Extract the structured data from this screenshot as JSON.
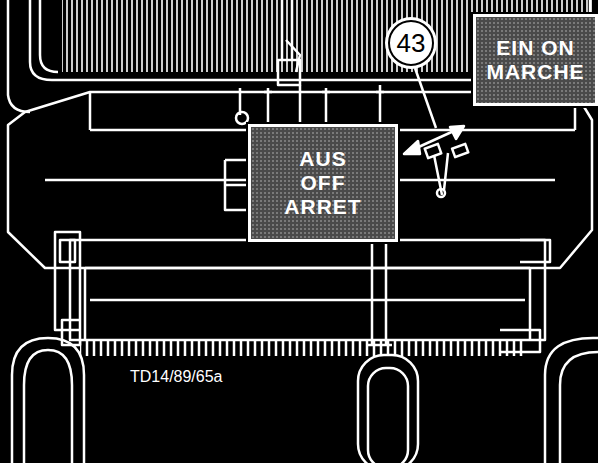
{
  "diagram": {
    "nodes": [
      {
        "text": [
          "43"
        ]
      },
      {
        "text": [
          "EIN ON MARCHE"
        ]
      },
      {
        "text": [
          "AUS OFF ARRET"
        ]
      }
    ],
    "labels": [
      "TD14/89/65a"
    ]
  }
}
